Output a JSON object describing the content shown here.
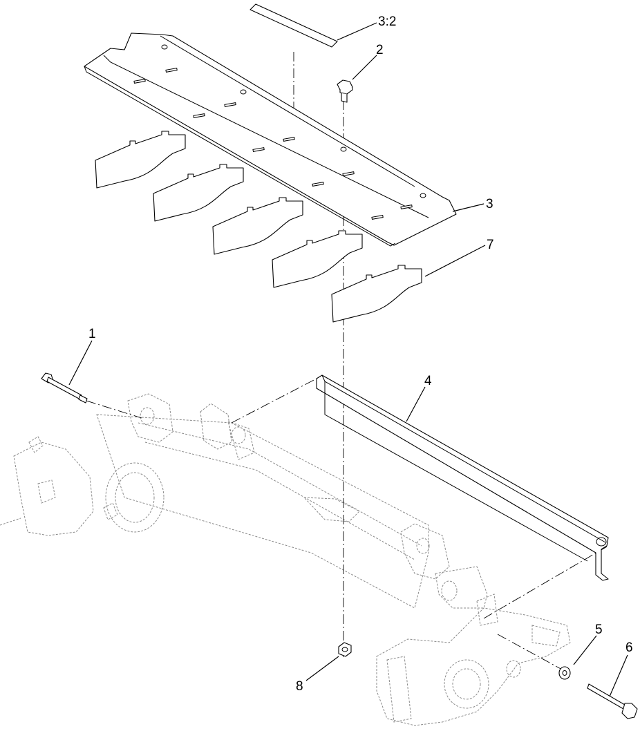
{
  "callouts": {
    "c1": "1",
    "c2": "2",
    "c3": "3",
    "c3_2": "3:2",
    "c4": "4",
    "c5": "5",
    "c6": "6",
    "c7": "7",
    "c8": "8"
  }
}
